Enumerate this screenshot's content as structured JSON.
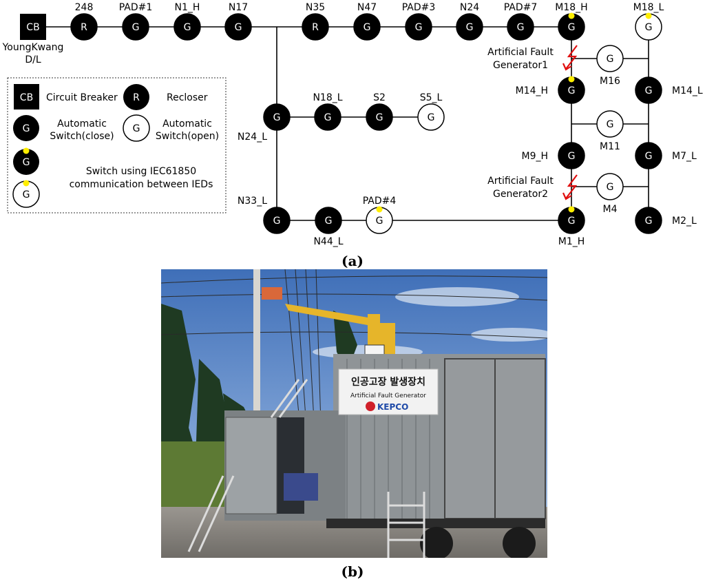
{
  "network": {
    "source": {
      "symbol": "CB",
      "name_line1": "YoungKwang",
      "name_line2": "D/L"
    },
    "switches": {
      "s248": {
        "symbol": "R",
        "label": "248"
      },
      "pad1": {
        "symbol": "G",
        "label": "PAD#1"
      },
      "n1h": {
        "symbol": "G",
        "label": "N1_H"
      },
      "n17": {
        "symbol": "G",
        "label": "N17"
      },
      "n35": {
        "symbol": "R",
        "label": "N35"
      },
      "n47": {
        "symbol": "G",
        "label": "N47"
      },
      "pad3": {
        "symbol": "G",
        "label": "PAD#3"
      },
      "n24": {
        "symbol": "G",
        "label": "N24"
      },
      "pad7": {
        "symbol": "G",
        "label": "PAD#7"
      },
      "m18h": {
        "symbol": "G",
        "label": "M18_H"
      },
      "m18l": {
        "symbol": "G",
        "label": "M18_L"
      },
      "m16": {
        "symbol": "G",
        "label": "M16"
      },
      "m14h": {
        "symbol": "G",
        "label": "M14_H"
      },
      "m14l": {
        "symbol": "G",
        "label": "M14_L"
      },
      "m11": {
        "symbol": "G",
        "label": "M11"
      },
      "m9h": {
        "symbol": "G",
        "label": "M9_H"
      },
      "m7l": {
        "symbol": "G",
        "label": "M7_L"
      },
      "m4": {
        "symbol": "G",
        "label": "M4"
      },
      "m1h": {
        "symbol": "G",
        "label": "M1_H"
      },
      "m2l": {
        "symbol": "G",
        "label": "M2_L"
      },
      "n24l": {
        "symbol": "G",
        "label": "N24_L"
      },
      "n18l": {
        "symbol": "G",
        "label": "N18_L"
      },
      "s2": {
        "symbol": "G",
        "label": "S2"
      },
      "s5l": {
        "symbol": "G",
        "label": "S5_L"
      },
      "n33l": {
        "symbol": "G",
        "label": "N33_L"
      },
      "n44l": {
        "symbol": "G",
        "label": "N44_L"
      },
      "pad4": {
        "symbol": "G",
        "label": "PAD#4"
      }
    },
    "fault_generator_1": {
      "line1": "Artificial Fault",
      "line2": "Generator1"
    },
    "fault_generator_2": {
      "line1": "Artificial Fault",
      "line2": "Generator2"
    }
  },
  "legend": {
    "cb_symbol": "CB",
    "cb_label": "Circuit Breaker",
    "r_symbol": "R",
    "r_label": "Recloser",
    "g_symbol": "G",
    "closed_label_line1": "Automatic",
    "closed_label_line2": "Switch(close)",
    "open_label_line1": "Automatic",
    "open_label_line2": "Switch(open)",
    "iec_label_line1": "Switch using IEC61850",
    "iec_label_line2": "communication between IEDs"
  },
  "captions": {
    "a": "(a)",
    "b": "(b)"
  },
  "photo": {
    "sign_korean": "인공고장 발생장치",
    "sign_english": "Artificial Fault Generator",
    "sign_logo": "KEPCO"
  },
  "colors": {
    "closed_fill": "#000000",
    "open_fill": "#ffffff",
    "iec_dot": "#ffee00",
    "fault_arrow": "#e01010"
  }
}
